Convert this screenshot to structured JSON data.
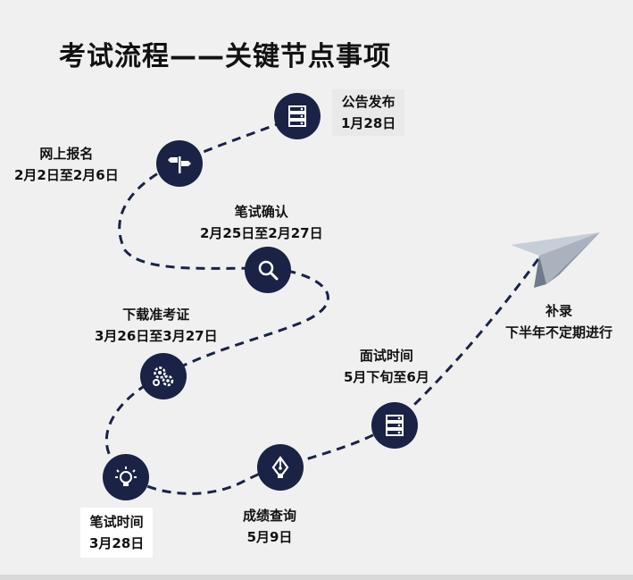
{
  "title": "考试流程——关键节点事项",
  "steps": [
    {
      "name": "公告发布",
      "date": "1月28日",
      "icon": "server-icon"
    },
    {
      "name": "网上报名",
      "date": "2月2日至2月6日",
      "icon": "signpost-icon"
    },
    {
      "name": "笔试确认",
      "date": "2月25日至2月27日",
      "icon": "search-icon"
    },
    {
      "name": "下载准考证",
      "date": "3月26日至3月27日",
      "icon": "gears-icon"
    },
    {
      "name": "笔试时间",
      "date": "3月28日",
      "icon": "lightbulb-icon"
    },
    {
      "name": "成绩查询",
      "date": "5月9日",
      "icon": "pen-nib-icon"
    },
    {
      "name": "面试时间",
      "date": "5月下旬至6月",
      "icon": "server-icon"
    },
    {
      "name": "补录",
      "date": "下半年不定期进行",
      "icon": "paper-plane-icon"
    }
  ],
  "colors": {
    "node": "#1a2346",
    "path": "#1a2346",
    "background": "#f0f0f0",
    "plane": "#b8bfca"
  }
}
